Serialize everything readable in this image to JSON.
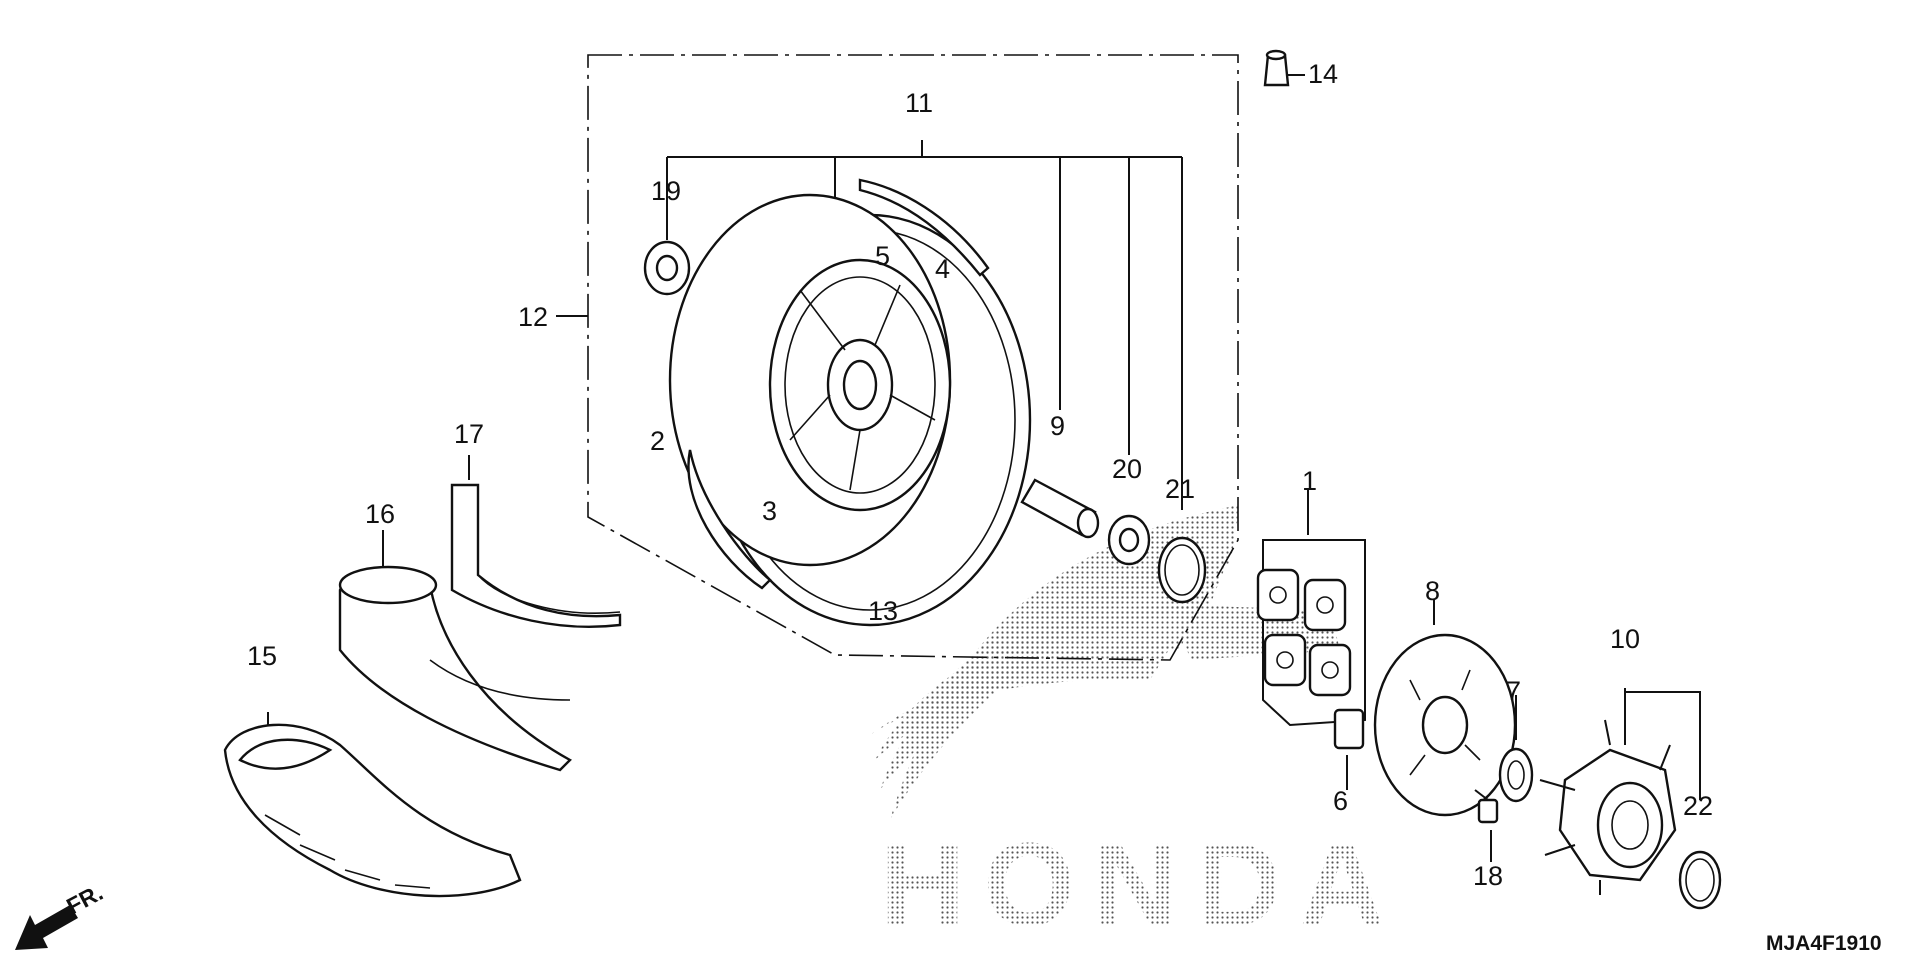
{
  "diagram": {
    "part_callouts": [
      "1",
      "2",
      "3",
      "4",
      "5",
      "6",
      "7",
      "8",
      "9",
      "10",
      "11",
      "12",
      "13",
      "14",
      "15",
      "16",
      "17",
      "18",
      "19",
      "20",
      "21",
      "22"
    ],
    "drawing_code": "MJA4F1910",
    "direction_label": "FR.",
    "watermark_text": "HONDA",
    "icons": {
      "direction_arrow": "arrow-down-left-icon"
    }
  }
}
